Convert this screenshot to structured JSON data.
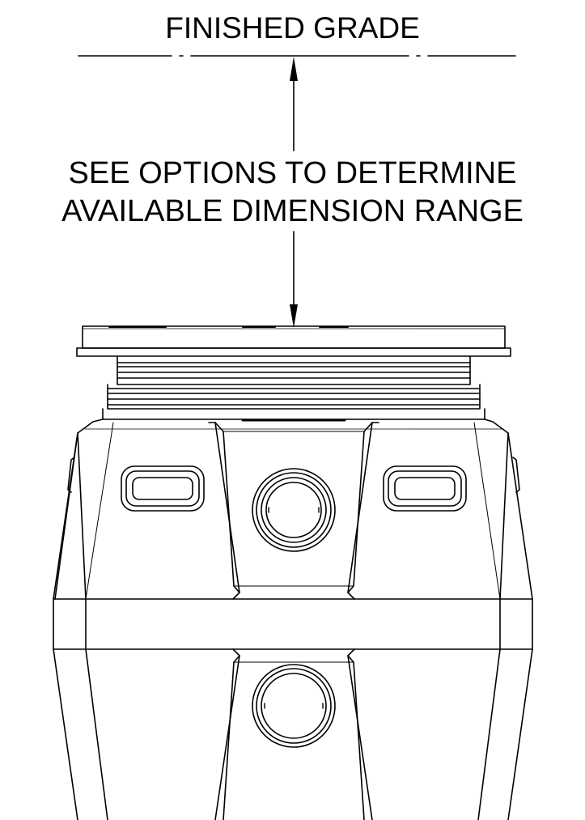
{
  "labels": {
    "grade": "FINISHED GRADE",
    "note_line_1": "SEE OPTIONS TO DETERMINE",
    "note_line_2": "AVAILABLE DIMENSION RANGE"
  },
  "colors": {
    "ink": "#000000",
    "paper": "#ffffff"
  }
}
